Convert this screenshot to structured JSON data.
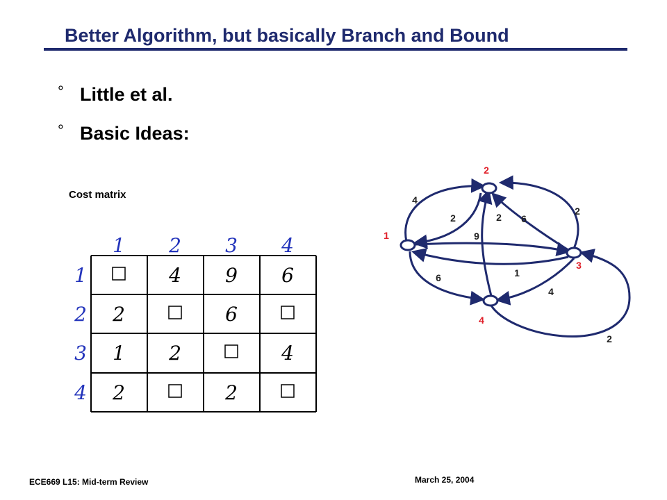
{
  "slide": {
    "title": "Better Algorithm, but basically Branch and Bound",
    "bullets": [
      {
        "marker": "°",
        "text": "Little et al."
      },
      {
        "marker": "°",
        "text": "Basic Ideas:"
      }
    ],
    "cost_matrix_label": "Cost matrix",
    "footer_left": "ECE669 L15: Mid-term Review",
    "footer_right": "March 25, 2004"
  },
  "matrix": {
    "col_headers": [
      "1",
      "2",
      "3",
      "4"
    ],
    "row_headers": [
      "1",
      "2",
      "3",
      "4"
    ],
    "cells": [
      [
        "",
        "4",
        "9",
        "6"
      ],
      [
        "2",
        "",
        "6",
        ""
      ],
      [
        "1",
        "2",
        "",
        "4"
      ],
      [
        "2",
        "",
        "2",
        ""
      ]
    ],
    "header_color": "#2233bb"
  },
  "graph": {
    "nodes": [
      "1",
      "2",
      "3",
      "4"
    ],
    "edge_weights": [
      "4",
      "2",
      "2",
      "6",
      "2",
      "9",
      "1",
      "6",
      "4",
      "2"
    ],
    "node_label_color": "#e0202a",
    "edge_color": "#1f2a6e"
  }
}
